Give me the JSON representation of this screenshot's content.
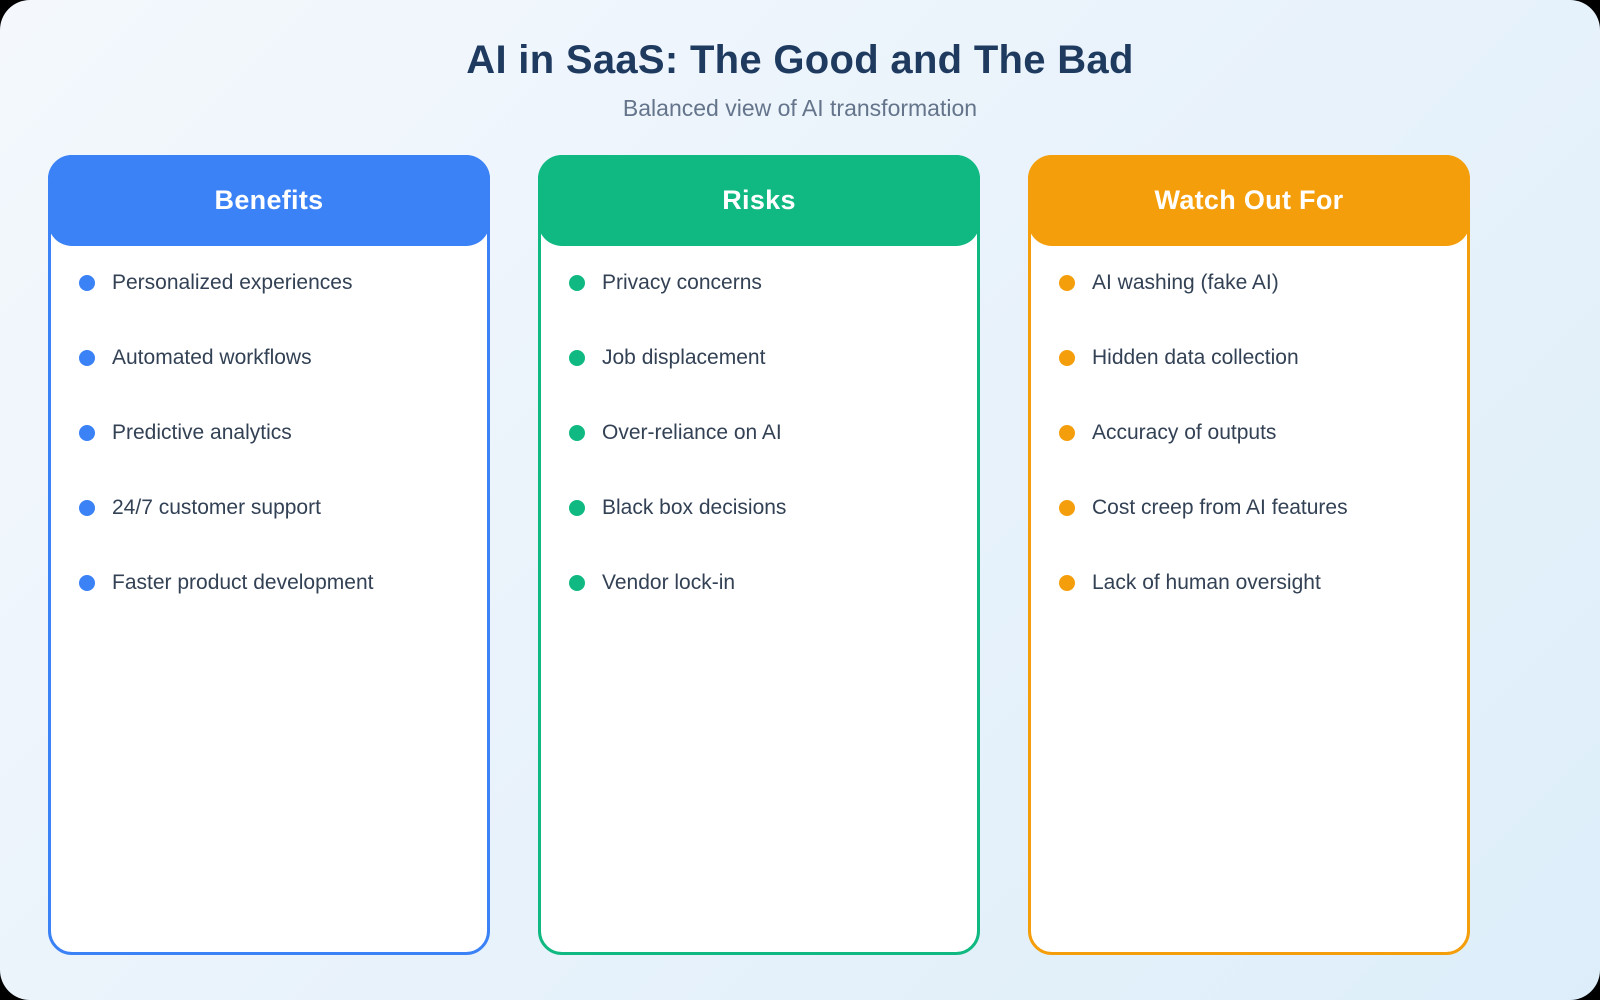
{
  "header": {
    "title": "AI in SaaS: The Good and The Bad",
    "subtitle": "Balanced view of AI transformation"
  },
  "columns": [
    {
      "title": "Benefits",
      "accent_color": "#3b82f6",
      "items": [
        "Personalized experiences",
        "Automated workflows",
        "Predictive analytics",
        "24/7 customer support",
        "Faster product development"
      ]
    },
    {
      "title": "Risks",
      "accent_color": "#10b981",
      "items": [
        "Privacy concerns",
        "Job displacement",
        "Over-reliance on AI",
        "Black box decisions",
        "Vendor lock-in"
      ]
    },
    {
      "title": "Watch Out For",
      "accent_color": "#f59e0b",
      "items": [
        "AI washing (fake AI)",
        "Hidden data collection",
        "Accuracy of outputs",
        "Cost creep from AI features",
        "Lack of human oversight"
      ]
    }
  ],
  "colors": {
    "title_text": "#1e3a5f",
    "subtitle_text": "#64748b",
    "item_text": "#334155",
    "card_background": "#ffffff",
    "page_background_start": "#f4f8fd",
    "page_background_end": "#ddeefa",
    "benefits_accent": "#3b82f6",
    "risks_accent": "#10b981",
    "watch_out_accent": "#f59e0b"
  }
}
